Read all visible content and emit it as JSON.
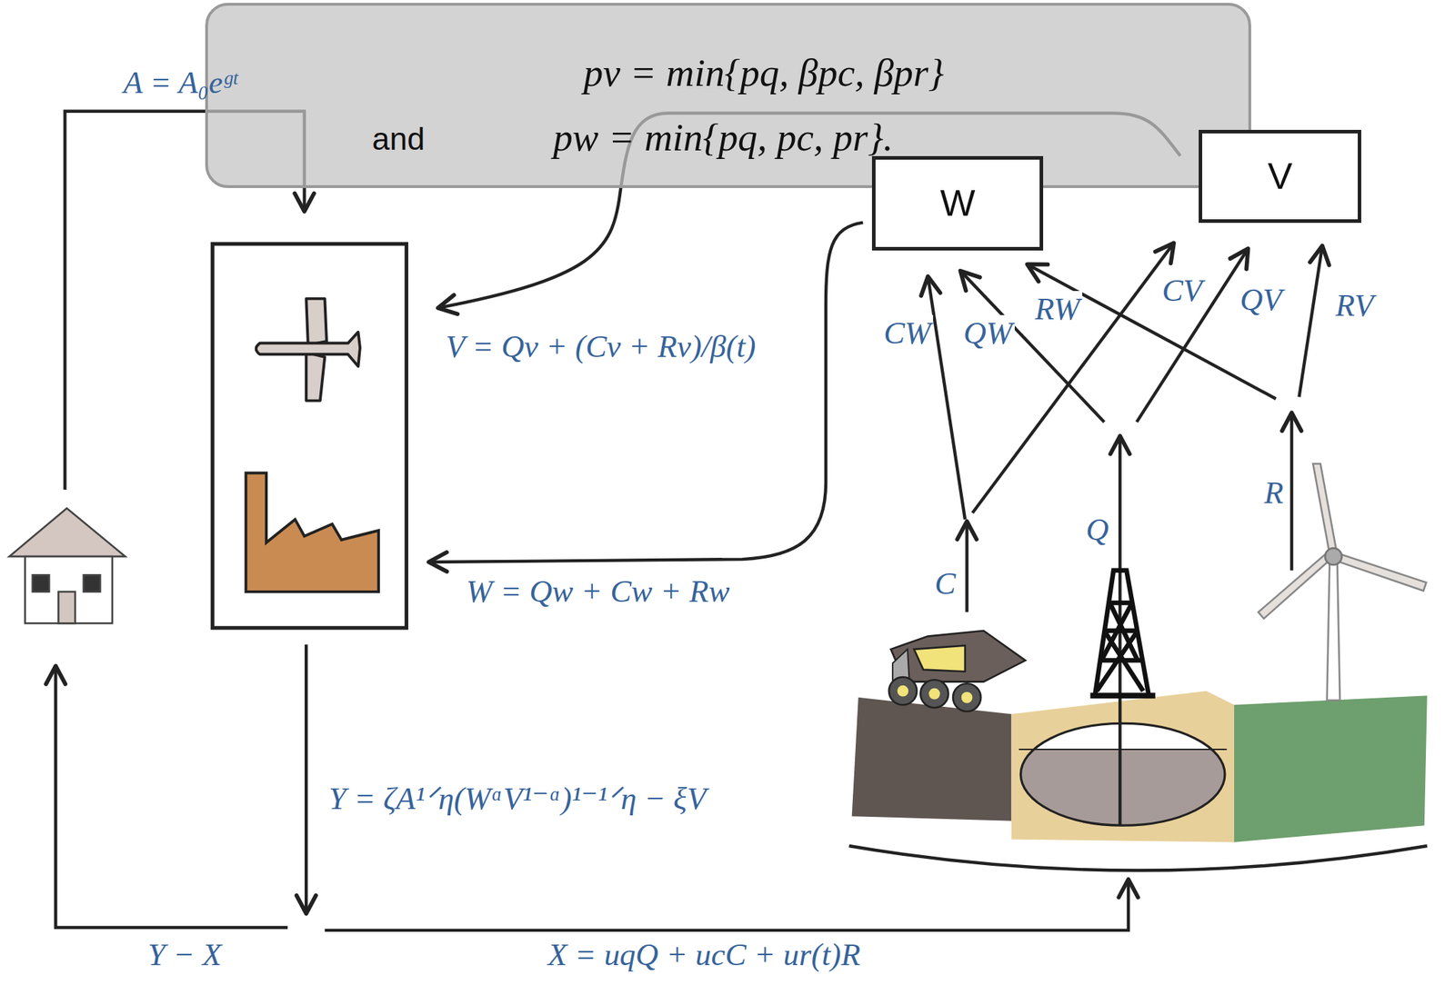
{
  "diagram": {
    "nodes": [
      {
        "text": [
          "pv = min{pq, βpc, βpr}",
          "and",
          "pw = min{pq, pc, pr}."
        ]
      },
      {
        "text": [
          "W"
        ]
      },
      {
        "text": [
          "V"
        ]
      }
    ],
    "labels": [
      "A = A₀eᵍᵗ",
      "V = Qv + (Cv + Rv)/β(t)",
      "W = Qw + Cw + Rw",
      "CW",
      "QW",
      "RW",
      "CV",
      "QV",
      "RV",
      "C",
      "Q",
      "R",
      "Y = ζA¹ᐟη(WᵅV¹⁻ᵅ)¹⁻¹ᐟη − ξV",
      "Y − X",
      "X = uqQ + ucC + ur(t)R"
    ]
  }
}
